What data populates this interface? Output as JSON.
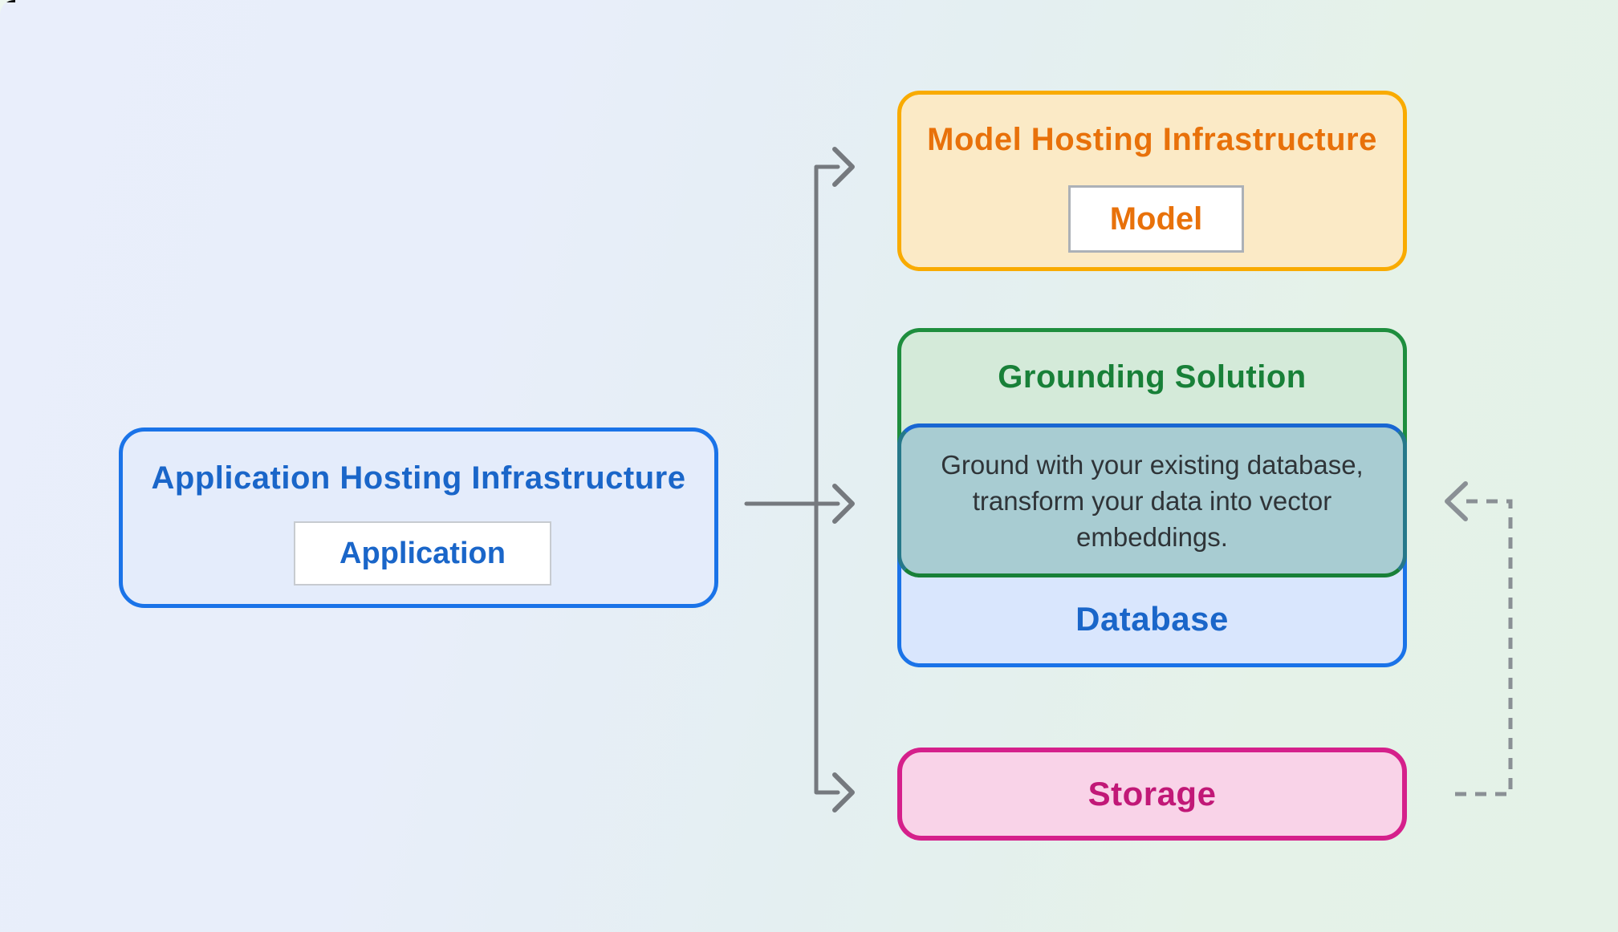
{
  "application": {
    "title": "Application Hosting Infrastructure",
    "chip": "Application"
  },
  "model": {
    "title": "Model Hosting Infrastructure",
    "chip": "Model"
  },
  "grounding": {
    "title": "Grounding Solution",
    "note": "Ground with your existing database, transform your data into vector embeddings."
  },
  "database": {
    "label": "Database"
  },
  "storage": {
    "label": "Storage"
  },
  "colors": {
    "blue_border": "#1A73E8",
    "blue_text": "#1A66C9",
    "blue_fill_light": "#E4ECFB",
    "database_fill": "#D9E6FD",
    "amber_border": "#F9AB00",
    "orange_text": "#E8710A",
    "cream_fill": "#FBEAC6",
    "green_border": "#1E8E3E",
    "green_text": "#188038",
    "mint_fill": "#D4EAD9",
    "overlay_fill": "#A8CCD2",
    "note_text": "#2F3438",
    "pink_border": "#D5208B",
    "pink_text": "#C11877",
    "pink_fill": "#F9D3E8",
    "arrow_gray": "#75797E",
    "dash_gray": "#8A9095"
  }
}
